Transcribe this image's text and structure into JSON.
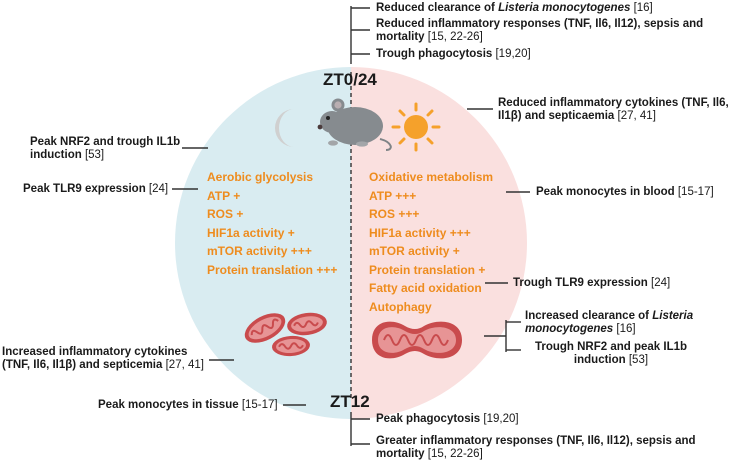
{
  "title_top": "ZT0/24",
  "title_bottom": "ZT12",
  "colors": {
    "left_half": "#d9ecf1",
    "right_half": "#fae0df",
    "accent": "#ee8c1e",
    "line": "#333333",
    "mito": "#c94b4d",
    "sun": "#f5a12b",
    "moon": "#d0d0d0"
  },
  "icons": {
    "moon": "moon-icon",
    "sun": "sun-icon",
    "mouse": "mouse-icon",
    "mitochondria": "mitochondria-icon"
  },
  "top_annotations": {
    "item1_a": "Reduced clearance of ",
    "item1_italic": "Listeria monocytogenes",
    "item1_ref": " [16]",
    "item2_line1": "Reduced inflammatory responses (TNF, Il6, Il12), sepsis and",
    "item2_line2": "mortality",
    "item2_ref": " [15, 22-26]",
    "item3": "Trough phagocytosis",
    "item3_ref": " [19,20]"
  },
  "bottom_annotations": {
    "item1": "Peak phagocytosis",
    "item1_ref": " [19,20]",
    "item2_line1": "Greater inflammatory responses (TNF, Il6, Il12), sepsis and",
    "item2_line2": "mortality",
    "item2_ref": " [15, 22-26]"
  },
  "left_annotations": {
    "nrf2_line1": "Peak NRF2 and trough IL1b",
    "nrf2_line2": "induction",
    "nrf2_ref": " [53]",
    "tlr9": "Peak TLR9 expression",
    "tlr9_ref": " [24]",
    "cyto_line1": "Increased inflammatory cytokines",
    "cyto_line2": "(TNF, Il6, Il1β) and septicemia",
    "cyto_ref": " [27, 41]",
    "mono": "Peak monocytes in tissue",
    "mono_ref": " [15-17]"
  },
  "right_annotations": {
    "cyto_line1": "Reduced inflammatory cytokines (TNF, Il6,",
    "cyto_line2": "Il1β) and septicaemia",
    "cyto_ref": " [27, 41]",
    "mono": "Peak monocytes in blood",
    "mono_ref": " [15-17]",
    "tlr9": "Trough TLR9 expression",
    "tlr9_ref": " [24]",
    "listeria_a": "Increased clearance of ",
    "listeria_italic": "Listeria",
    "listeria_line2": "monocytogenes",
    "listeria_ref": " [16]",
    "nrf2_line1": "Trough NRF2 and peak IL1b",
    "nrf2_line2": "induction",
    "nrf2_ref": " [53]"
  },
  "left_metabolism": [
    "Aerobic glycolysis",
    "ATP +",
    "ROS +",
    "HIF1a activity +",
    "mTOR activity +++",
    "Protein translation +++"
  ],
  "right_metabolism": [
    "Oxidative metabolism",
    "ATP +++",
    "ROS +++",
    "HIF1a activity +++",
    "mTOR activity +",
    "Protein translation +",
    "Fatty acid oxidation",
    "Autophagy"
  ]
}
